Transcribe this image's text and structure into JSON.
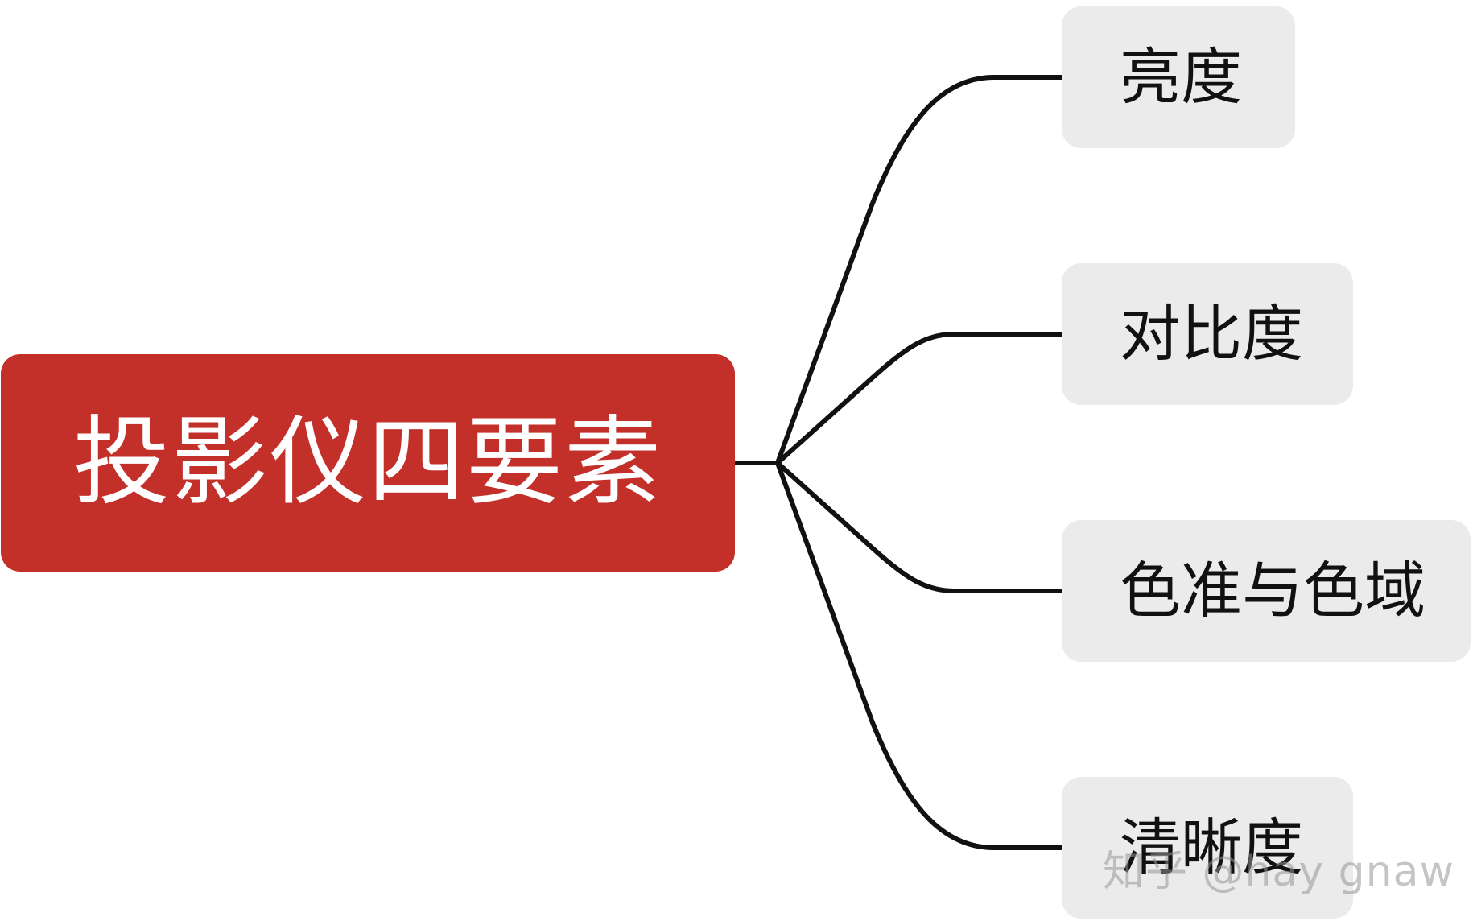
{
  "diagram": {
    "root": {
      "label": "投影仪四要素"
    },
    "children": [
      {
        "label": "亮度"
      },
      {
        "label": "对比度"
      },
      {
        "label": "色准与色域"
      },
      {
        "label": "清晰度"
      }
    ]
  },
  "watermark": "知乎 @hay gnaw",
  "colors": {
    "root_fill": "#C3302A",
    "child_fill": "#EBEBEB",
    "connector": "#111111",
    "background": "#FFFFFF"
  }
}
